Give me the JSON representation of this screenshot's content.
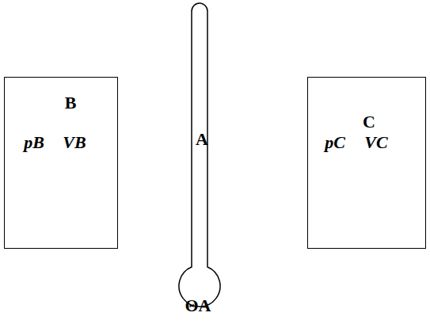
{
  "diagram": {
    "nodes": [
      {
        "text": [
          "B",
          "pB",
          "VB"
        ]
      },
      {
        "text": [
          "A",
          "ΘA"
        ]
      },
      {
        "text": [
          "C",
          "pC",
          "VC"
        ]
      }
    ]
  }
}
